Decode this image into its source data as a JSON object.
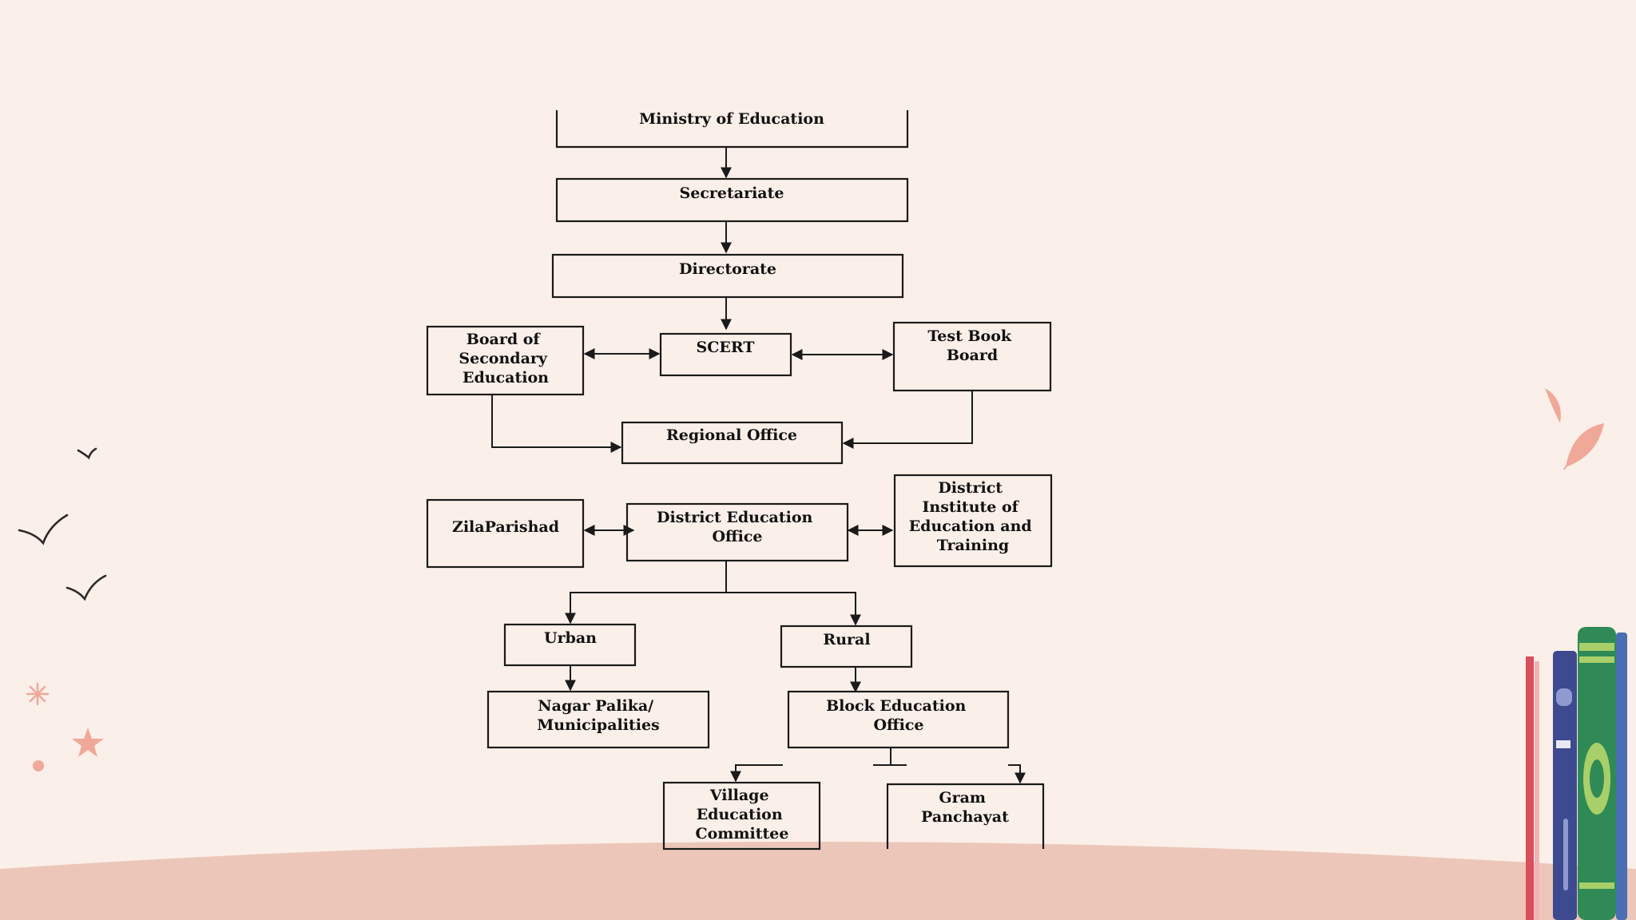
{
  "colors": {
    "background": "#fbefe9",
    "ground": "#ecc7b9",
    "accent_pink": "#f0a898",
    "book_green": "#2f8a55",
    "book_navy": "#3d4a8f",
    "book_red": "#d94f5c"
  },
  "icons": {
    "birds": "bird-icon",
    "sparkle": "sparkle-icon",
    "star": "star-icon",
    "dot": "dot-icon",
    "leaves": "leaf-icon",
    "books": "books-icon"
  },
  "diagram": {
    "nodes": [
      {
        "id": "ministry",
        "lines": [
          "Ministry of Education"
        ]
      },
      {
        "id": "secretariate",
        "lines": [
          "Secretariate"
        ]
      },
      {
        "id": "directorate",
        "lines": [
          "Directorate"
        ]
      },
      {
        "id": "bse",
        "lines": [
          "Board of",
          "Secondary",
          "Education"
        ]
      },
      {
        "id": "scert",
        "lines": [
          "SCERT"
        ]
      },
      {
        "id": "tbb",
        "lines": [
          "Test Book",
          "Board"
        ]
      },
      {
        "id": "regional",
        "lines": [
          "Regional Office"
        ]
      },
      {
        "id": "zila",
        "lines": [
          "ZilaParishad"
        ]
      },
      {
        "id": "deo",
        "lines": [
          "District Education",
          "Office"
        ]
      },
      {
        "id": "diet",
        "lines": [
          "District",
          "Institute of",
          "Education and",
          "Training"
        ]
      },
      {
        "id": "urban",
        "lines": [
          "Urban"
        ]
      },
      {
        "id": "rural",
        "lines": [
          "Rural"
        ]
      },
      {
        "id": "nagar",
        "lines": [
          "Nagar Palika/",
          "Municipalities"
        ]
      },
      {
        "id": "beo",
        "lines": [
          "Block Education",
          "Office"
        ]
      },
      {
        "id": "vec",
        "lines": [
          "Village",
          "Education",
          "Committee"
        ]
      },
      {
        "id": "gram",
        "lines": [
          "Gram",
          "Panchayat"
        ]
      }
    ]
  }
}
